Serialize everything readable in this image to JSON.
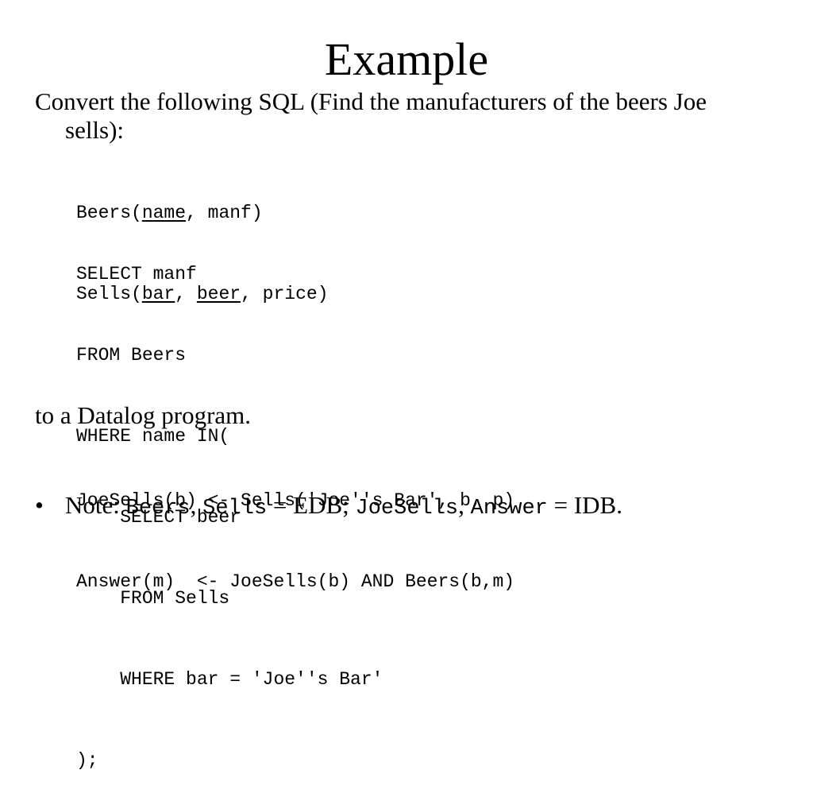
{
  "title": "Example",
  "intro": {
    "line1": "Convert the following SQL (Find the manufacturers of the beers Joe",
    "line2": "sells):"
  },
  "schema": {
    "beers": {
      "prefix": "Beers(",
      "key": "name",
      "rest": ", manf)"
    },
    "sells": {
      "prefix": "Sells(",
      "key1": "bar",
      "sep": ", ",
      "key2": "beer",
      "rest": ", price)"
    }
  },
  "sql_lines": [
    "SELECT manf",
    "FROM Beers",
    "WHERE name IN(",
    "    SELECT beer",
    "    FROM Sells",
    "    WHERE bar = 'Joe''s Bar'",
    ");"
  ],
  "datalog_intro": "to a Datalog program.",
  "datalog_lines": [
    "JoeSells(b) <- Sells('Joe''s Bar', b, p)",
    "Answer(m)  <- JoeSells(b) AND Beers(b,m)"
  ],
  "note": {
    "bullet": "•",
    "label": "Note: ",
    "term1": "Beers",
    "sep1": ", ",
    "term2": "Sells",
    "mid": " = EDB; ",
    "term3": "JoeSells",
    "sep2": ", ",
    "term4": "Answer",
    "end": " = IDB."
  }
}
